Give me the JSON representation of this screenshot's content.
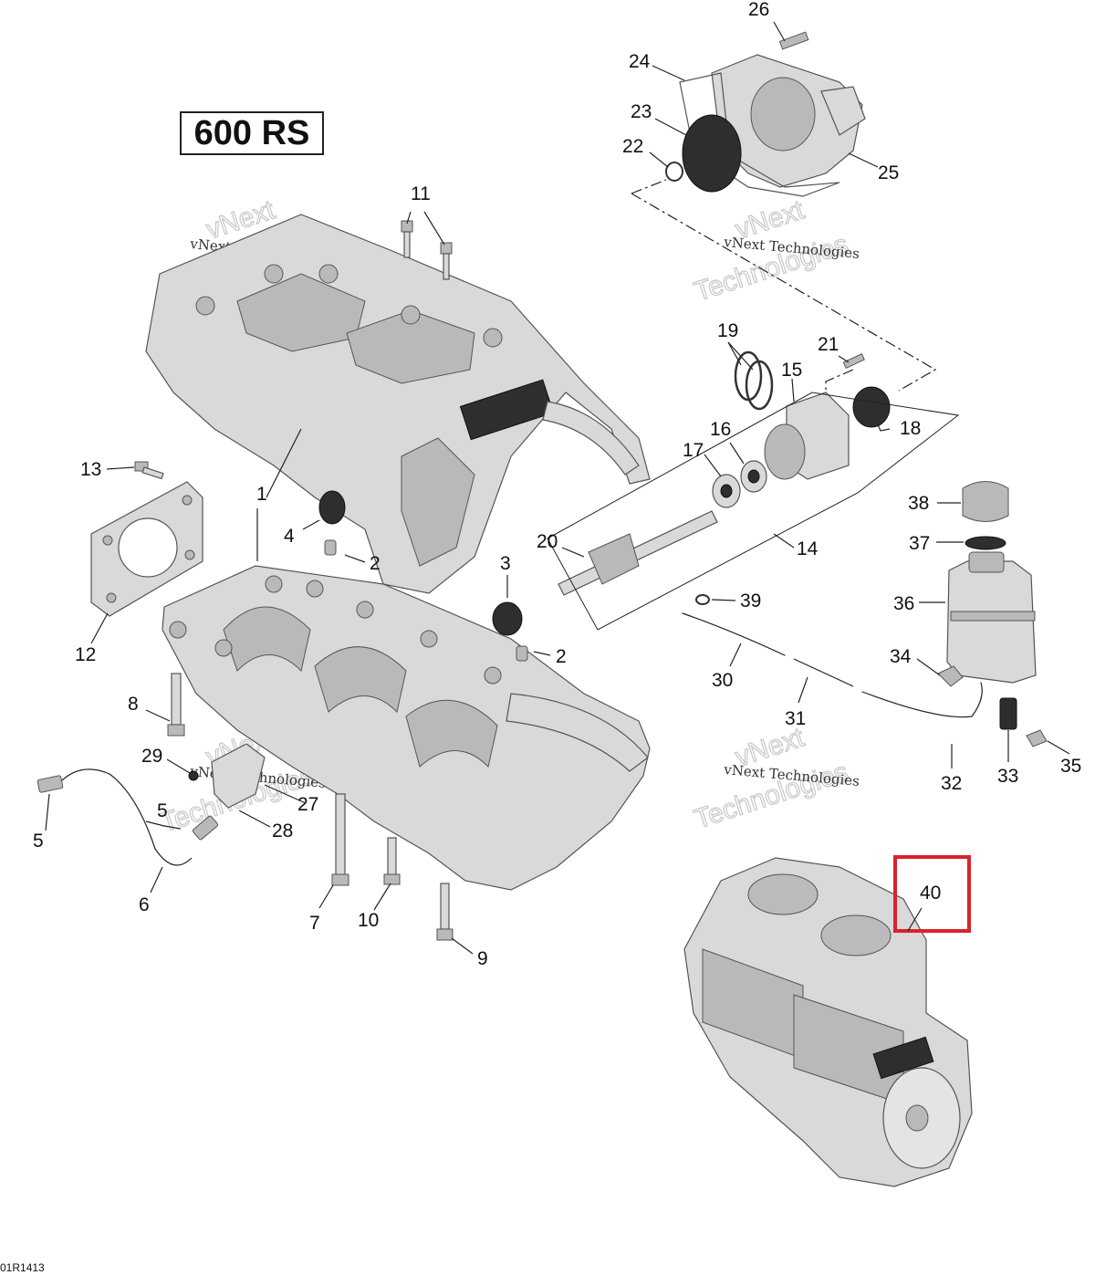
{
  "title": "600 RS",
  "reference_code": "01R1413",
  "watermark": {
    "line": "vNext Technologies",
    "big_top": "vNext",
    "big_bottom": "Technologies"
  },
  "highlight_color": "#d9232a",
  "highlighted_callout": "40",
  "callouts": {
    "c1": "1",
    "c1b": "1",
    "c2a": "2",
    "c2b": "2",
    "c3": "3",
    "c4": "4",
    "c5a": "5",
    "c5b": "5",
    "c6": "6",
    "c7": "7",
    "c8": "8",
    "c9": "9",
    "c10": "10",
    "c11": "11",
    "c12": "12",
    "c13": "13",
    "c14": "14",
    "c15": "15",
    "c16": "16",
    "c17": "17",
    "c18": "18",
    "c19": "19",
    "c20": "20",
    "c21": "21",
    "c22": "22",
    "c23": "23",
    "c24": "24",
    "c25": "25",
    "c26": "26",
    "c27": "27",
    "c28": "28",
    "c29": "29",
    "c30": "30",
    "c31": "31",
    "c32": "32",
    "c33": "33",
    "c34": "34",
    "c35": "35",
    "c36": "36",
    "c37": "37",
    "c38": "38",
    "c39": "39",
    "c40": "40"
  }
}
